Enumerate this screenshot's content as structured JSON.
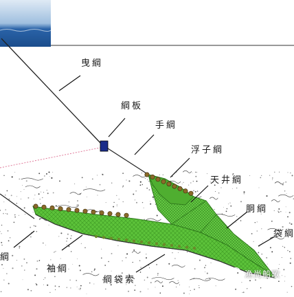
{
  "labels": {
    "drag_rope": "曳綱",
    "otter_board": "綱板",
    "hand_rope": "手綱",
    "float_rope": "浮子綱",
    "ceiling_net": "天井綱",
    "body_net": "胴綱",
    "bag_net": "袋綱",
    "wing_net": "袖綱",
    "bag_rope": "綱袋索",
    "left_cut": "綱"
  },
  "watermark": "渔尚船歌",
  "colors": {
    "net_green": "#5cc23a",
    "net_dark": "#2f7a1c",
    "float_brown": "#8a6a2a",
    "board_blue": "#1b2d8a",
    "sea_blue": "#2a63a8"
  },
  "icons": {
    "watermark_logo": "wechat-logo-icon"
  }
}
